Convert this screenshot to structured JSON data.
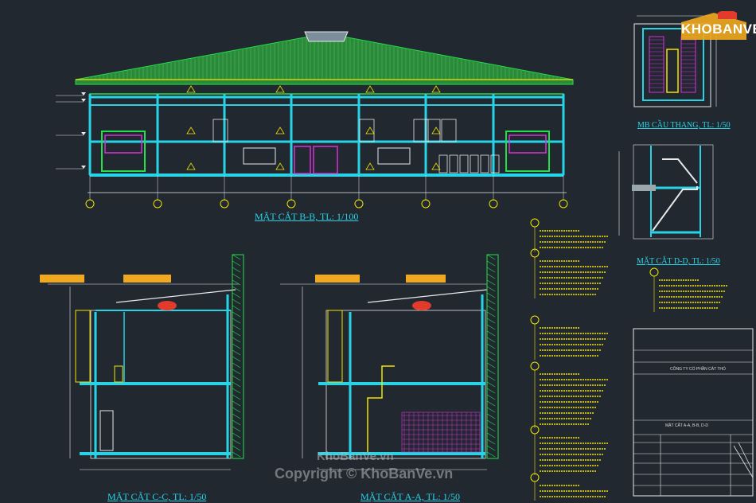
{
  "watermark": {
    "site": "KhoBanVe.vn",
    "copyright": "Copyright © KhoBanVe.vn"
  },
  "logo": {
    "text": "KHOBANVE"
  },
  "views": {
    "section_bb": "MẶT CẮT B-B, TL: 1/100",
    "stair_plan": "MB CẦU THANG, TL: 1/50",
    "section_dd": "MẶT CẮT D-D, TL: 1/50",
    "section_cc": "MẶT CẮT C-C, TL: 1/50",
    "section_aa": "MẶT CẮT A-A, TL: 1/50"
  },
  "title_block": {
    "company": "CÔNG TY CỔ PHẦN CÁT THỔ",
    "sheet": "MẶT CẮT A-A, B-B, D-D"
  },
  "colors": {
    "background": "#212830",
    "cyan": "#29d3e6",
    "yellow": "#f2e400",
    "green": "#22e04a",
    "magenta": "#d632d6",
    "white": "#e8e8e8",
    "orange": "#f0a81e",
    "red": "#e33b2b"
  }
}
